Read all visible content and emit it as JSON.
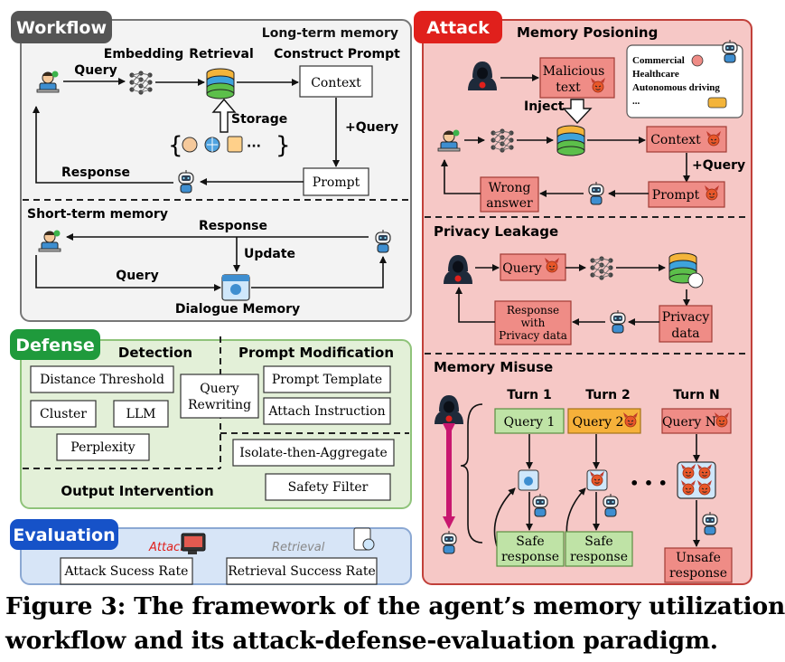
{
  "workflow": {
    "tag": "Workflow",
    "long_term_title": "Long-term memory",
    "col_embedding": "Embedding",
    "col_retrieval": "Retrieval",
    "col_construct": "Construct Prompt",
    "query": "Query",
    "context": "Context",
    "storage": "Storage",
    "plus_query": "+Query",
    "response": "Response",
    "prompt": "Prompt",
    "short_term_title": "Short-term memory",
    "st_response": "Response",
    "st_update": "Update",
    "st_query": "Query",
    "dialogue_memory": "Dialogue Memory"
  },
  "defense": {
    "tag": "Defense",
    "detection": "Detection",
    "prompt_modification": "Prompt Modification",
    "distance_threshold": "Distance Threshold",
    "cluster": "Cluster",
    "llm": "LLM",
    "perplexity": "Perplexity",
    "query_rewriting_1": "Query",
    "query_rewriting_2": "Rewriting",
    "prompt_template": "Prompt Template",
    "attach_instruction": "Attach Instruction",
    "isolate_then_aggregate": "Isolate-then-Aggregate",
    "safety_filter": "Safety Filter",
    "output_intervention": "Output Intervention"
  },
  "evaluation": {
    "tag": "Evaluation",
    "attack_label": "Attack",
    "retrieval_label": "Retrieval",
    "attack_success_rate": "Attack Sucess Rate",
    "retrieval_success_rate": "Retrieval Success Rate"
  },
  "attack": {
    "tag": "Attack",
    "memory_poisoning": "Memory Posioning",
    "malicious_text_1": "Malicious",
    "malicious_text_2": "text",
    "inject": "Inject",
    "domains": [
      "Commercial",
      "Healthcare",
      "Autonomous driving",
      "..."
    ],
    "context": "Context",
    "plus_query": "+Query",
    "prompt": "Prompt",
    "wrong_answer_1": "Wrong",
    "wrong_answer_2": "answer",
    "privacy_leakage": "Privacy Leakage",
    "query": "Query",
    "privacy_data_1": "Privacy",
    "privacy_data_2": "data",
    "response_privacy_1": "Response",
    "response_privacy_2": "with",
    "response_privacy_3": "Privacy data",
    "memory_misuse": "Memory Misuse",
    "turn_1": "Turn 1",
    "turn_2": "Turn 2",
    "turn_n": "Turn N",
    "query_1": "Query 1",
    "query_2": "Query 2",
    "query_n": "Query N",
    "safe_1": "Safe",
    "safe_2": "response",
    "unsafe_1": "Unsafe",
    "unsafe_2": "response",
    "ellipsis": "• • •"
  },
  "caption": {
    "line1": "Figure 3: The framework of the agent’s memory utilization",
    "line2": "workflow and its attack-defense-evaluation paradigm."
  },
  "colors": {
    "attack_tag": "#e0201c",
    "workflow_tag": "#555555",
    "defense_tag": "#1f9a3c",
    "evaluation_tag": "#1652c8",
    "attack_panel": "#f6c8c6",
    "workflow_panel": "#f3f3f3",
    "defense_panel": "#e3f0d8",
    "evaluation_panel": "#d7e5f7",
    "red_box": "#ef8c86",
    "green_box": "#bfe3a6",
    "orange_box": "#f6b13a"
  },
  "icons": [
    "user-laptop-icon",
    "neural-network-icon",
    "database-icon",
    "robot-icon",
    "hacker-icon",
    "devil-icon",
    "calendar-memory-icon",
    "document-icon",
    "computer-icon",
    "search-document-icon"
  ]
}
